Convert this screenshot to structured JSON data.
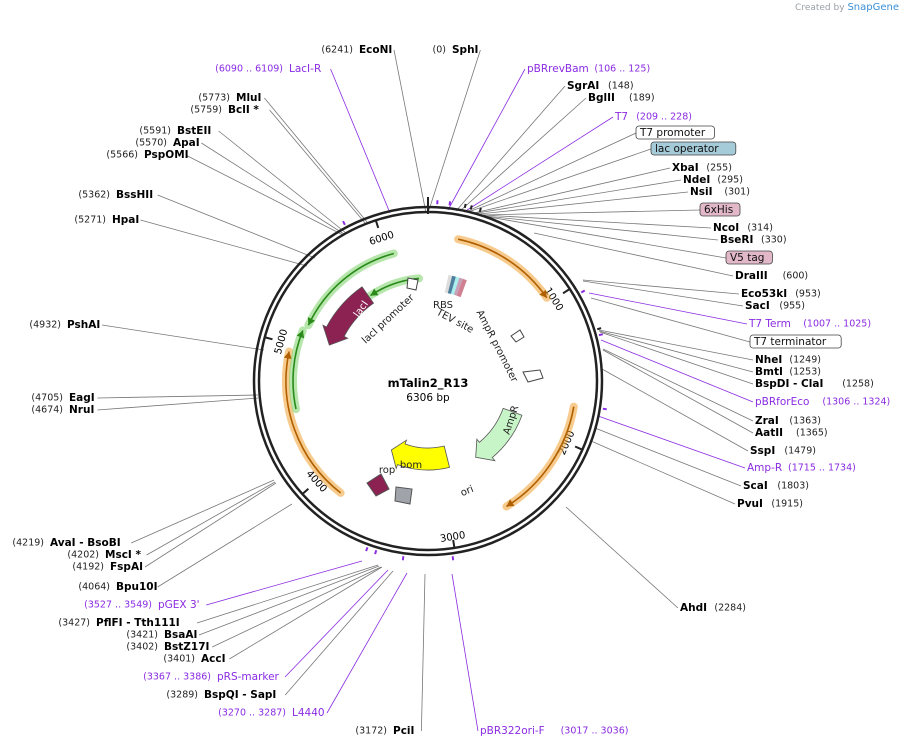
{
  "credit": {
    "prefix": "Created by",
    "brand": "SnapGene"
  },
  "plasmid": {
    "name": "mTalin2_R13",
    "size_label": "6306 bp"
  },
  "ring_ticks": [
    "1000",
    "2000",
    "3000",
    "4000",
    "5000",
    "6000"
  ],
  "features": [
    {
      "name": "lacI",
      "color": "#8b2252"
    },
    {
      "name": "lacI promoter"
    },
    {
      "name": "RBS"
    },
    {
      "name": "TEV site"
    },
    {
      "name": "AmpR promoter"
    },
    {
      "name": "AmpR",
      "color": "#c8f5c8"
    },
    {
      "name": "ori",
      "color": "#ffff00"
    },
    {
      "name": "bom"
    },
    {
      "name": "rop",
      "color": "#8b2252"
    }
  ],
  "labels": [
    {
      "pos": "(6241)",
      "name": "EcoNI"
    },
    {
      "pos": "(0)",
      "name": "SphI"
    },
    {
      "pos": "(6090 .. 6109)",
      "name": "LacI-R"
    },
    {
      "pos": "(106 .. 125)",
      "name": "pBRrevBam"
    },
    {
      "pos": "(148)",
      "name": "SgrAI"
    },
    {
      "pos": "(189)",
      "name": "BglII"
    },
    {
      "pos": "(5773)",
      "name": "MluI"
    },
    {
      "pos": "(5759)",
      "name": "BclI *"
    },
    {
      "pos": "(209 .. 228)",
      "name": "T7"
    },
    {
      "name": "T7 promoter"
    },
    {
      "pos": "(5591)",
      "name": "BstEII"
    },
    {
      "pos": "(5570)",
      "name": "ApaI"
    },
    {
      "pos": "(5566)",
      "name": "PspOMI"
    },
    {
      "name": "lac operator"
    },
    {
      "pos": "(255)",
      "name": "XbaI"
    },
    {
      "pos": "(295)",
      "name": "NdeI"
    },
    {
      "pos": "(301)",
      "name": "NsiI"
    },
    {
      "pos": "(5362)",
      "name": "BssHII"
    },
    {
      "name": "6xHis"
    },
    {
      "pos": "(5271)",
      "name": "HpaI"
    },
    {
      "pos": "(314)",
      "name": "NcoI"
    },
    {
      "pos": "(330)",
      "name": "BseRI"
    },
    {
      "name": "V5 tag"
    },
    {
      "pos": "(600)",
      "name": "DraIII"
    },
    {
      "pos": "(953)",
      "name": "Eco53kI"
    },
    {
      "pos": "(955)",
      "name": "SacI"
    },
    {
      "pos": "(4932)",
      "name": "PshAI"
    },
    {
      "pos": "(1007 .. 1025)",
      "name": "T7 Term"
    },
    {
      "name": "T7 terminator"
    },
    {
      "pos": "(1249)",
      "name": "NheI"
    },
    {
      "pos": "(1253)",
      "name": "BmtI"
    },
    {
      "pos": "(1258)",
      "name": "BspDI - ClaI"
    },
    {
      "pos": "(4705)",
      "name": "EagI"
    },
    {
      "pos": "(4674)",
      "name": "NruI"
    },
    {
      "pos": "(1306 .. 1324)",
      "name": "pBRforEco"
    },
    {
      "pos": "(1363)",
      "name": "ZraI"
    },
    {
      "pos": "(1365)",
      "name": "AatII"
    },
    {
      "pos": "(1479)",
      "name": "SspI"
    },
    {
      "pos": "(1715 .. 1734)",
      "name": "Amp-R"
    },
    {
      "pos": "(1803)",
      "name": "ScaI"
    },
    {
      "pos": "(1915)",
      "name": "PvuI"
    },
    {
      "pos": "(4219)",
      "name": "AvaI - BsoBI"
    },
    {
      "pos": "(4202)",
      "name": "MscI *"
    },
    {
      "pos": "(4192)",
      "name": "FspAI"
    },
    {
      "pos": "(4064)",
      "name": "Bpu10I"
    },
    {
      "pos": "(3527 .. 3549)",
      "name": "pGEX 3'"
    },
    {
      "pos": "(2284)",
      "name": "AhdI"
    },
    {
      "pos": "(3427)",
      "name": "PflFI - Tth111I"
    },
    {
      "pos": "(3421)",
      "name": "BsaAI"
    },
    {
      "pos": "(3402)",
      "name": "BstZ17I"
    },
    {
      "pos": "(3401)",
      "name": "AccI"
    },
    {
      "pos": "(3367 .. 3386)",
      "name": "pRS-marker"
    },
    {
      "pos": "(3289)",
      "name": "BspQI - SapI"
    },
    {
      "pos": "(3270 .. 3287)",
      "name": "L4440"
    },
    {
      "pos": "(3172)",
      "name": "PciI"
    },
    {
      "pos": "(3017 .. 3036)",
      "name": "pBR322ori-F"
    }
  ]
}
